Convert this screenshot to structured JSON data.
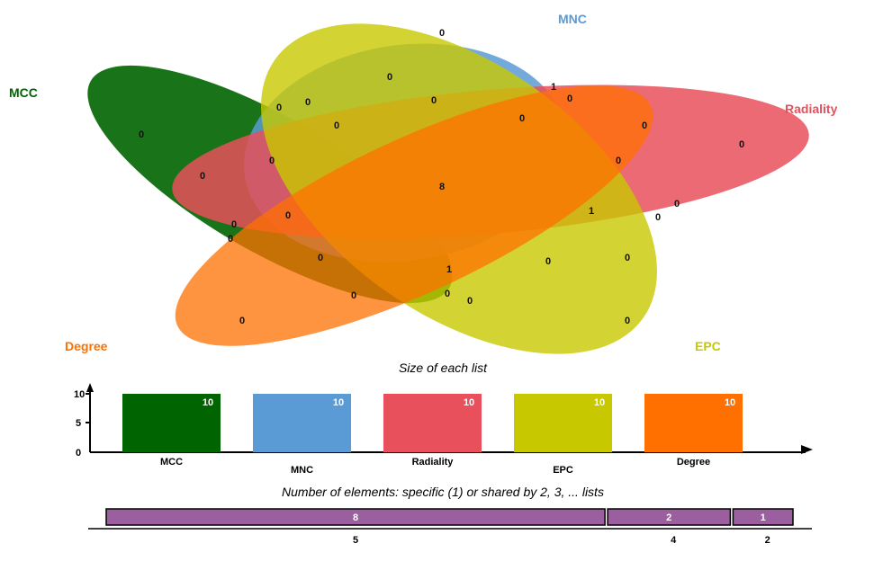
{
  "sets": [
    {
      "name": "MCC",
      "color": "#006400"
    },
    {
      "name": "MNC",
      "color": "#5b9bd5"
    },
    {
      "name": "Radiality",
      "color": "#e8505b"
    },
    {
      "name": "EPC",
      "color": "#c8c800"
    },
    {
      "name": "Degree",
      "color": "#ff7000"
    }
  ],
  "venn_counts": [
    "0",
    "0",
    "1",
    "0",
    "0",
    "0",
    "0",
    "0",
    "0",
    "0",
    "0",
    "0",
    "0",
    "0",
    "0",
    "8",
    "0",
    "1",
    "0",
    "0",
    "0",
    "0",
    "0",
    "1",
    "0",
    "0",
    "0",
    "0",
    "0",
    "0",
    "0",
    "0"
  ],
  "bar_chart": {
    "title": "Size of each list",
    "ticks": [
      "0",
      "5",
      "10"
    ]
  },
  "chart_data": [
    {
      "type": "bar",
      "title": "Size of each list",
      "categories": [
        "MCC",
        "MNC",
        "Radiality",
        "EPC",
        "Degree"
      ],
      "values": [
        10,
        10,
        10,
        10,
        10
      ],
      "ylim": [
        0,
        10
      ]
    },
    {
      "type": "bar",
      "title": "Number of elements: specific (1) or shared by 2, 3, ... lists",
      "categories": [
        "5",
        "4",
        "2"
      ],
      "values": [
        8,
        2,
        1
      ]
    }
  ],
  "shared_chart": {
    "title": "Number of elements: specific (1) or shared by 2, 3, ... lists",
    "segments": [
      {
        "count": "8",
        "lists": "5"
      },
      {
        "count": "2",
        "lists": "4"
      },
      {
        "count": "1",
        "lists": "2"
      }
    ],
    "color": "#9b5fa0"
  }
}
